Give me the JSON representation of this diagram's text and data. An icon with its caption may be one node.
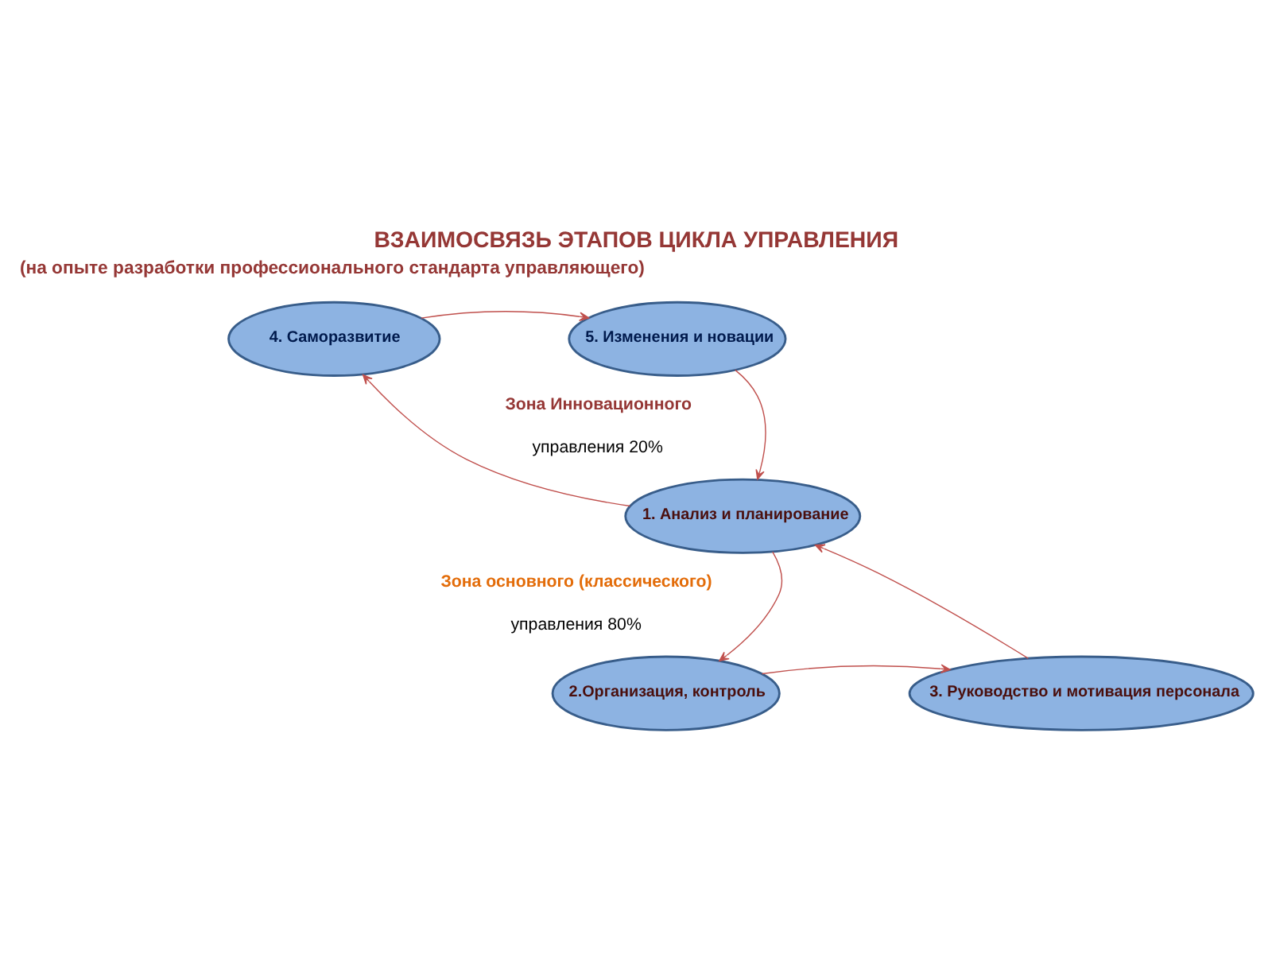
{
  "diagram": {
    "title": "ВЗАИМОСВЯЗЬ ЭТАПОВ ЦИКЛА УПРАВЛЕНИЯ",
    "nodes": [
      {
        "text": [
          "4. Саморазвитие"
        ]
      },
      {
        "text": [
          "5. Изменения и новации"
        ]
      },
      {
        "text": [
          "1. Анализ и планирование"
        ]
      },
      {
        "text": [
          "2.Организация, контроль"
        ]
      },
      {
        "text": [
          "3. Руководство и мотивация персонала"
        ]
      }
    ],
    "edges": [
      {
        "from": 0,
        "to": 1,
        "arrow": "to"
      },
      {
        "from": 1,
        "to": 2,
        "arrow": "to"
      },
      {
        "from": 2,
        "to": 0,
        "arrow": "to"
      },
      {
        "from": 2,
        "to": 3,
        "arrow": "to"
      },
      {
        "from": 3,
        "to": 4,
        "arrow": "to"
      },
      {
        "from": 4,
        "to": 2,
        "arrow": "to"
      }
    ],
    "labels": [
      "(на опыте разработки профессионального стандарта управляющего)",
      "Зона Инновационного",
      "управления 20%",
      "Зона основного (классического)",
      "управления 80%"
    ]
  }
}
